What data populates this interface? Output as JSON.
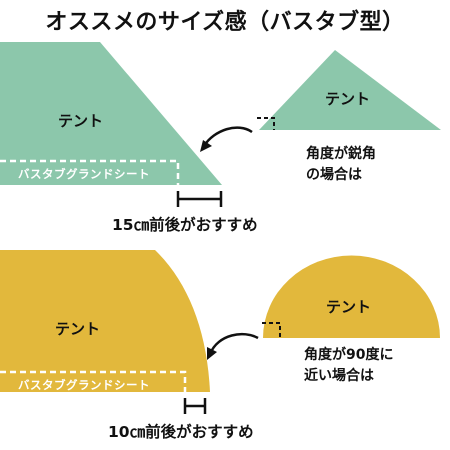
{
  "title": "オススメのサイズ感（バスタブ型）",
  "colors": {
    "green": "#8cc7ab",
    "gold": "#e2b83c",
    "white": "#ffffff",
    "ink": "#111111"
  },
  "top": {
    "tent_label": "テント",
    "ground_sheet_label": "バスタブグランドシート",
    "side_tent_label": "テント",
    "note_line1": "角度が鋭角",
    "note_line2": "の場合は",
    "recommendation": "15㎝前後がおすすめ"
  },
  "bottom": {
    "tent_label": "テント",
    "ground_sheet_label": "バスタブグランドシート",
    "side_tent_label": "テント",
    "note_line1": "角度が90度に",
    "note_line2": "近い場合は",
    "recommendation": "10㎝前後がおすすめ"
  }
}
